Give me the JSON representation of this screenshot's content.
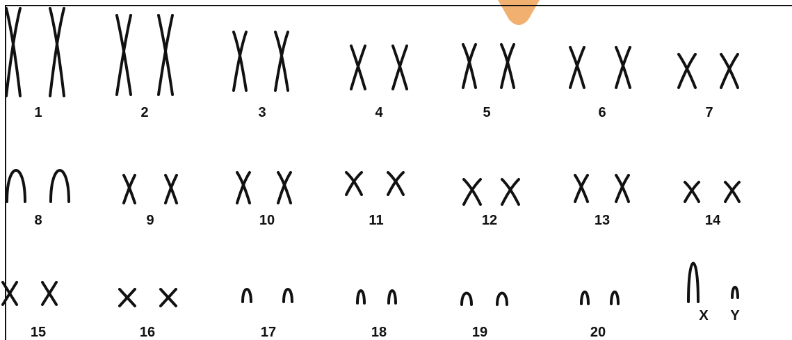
{
  "pairs": [
    {
      "label": "1",
      "shape": "x"
    },
    {
      "label": "2",
      "shape": "x"
    },
    {
      "label": "3",
      "shape": "x"
    },
    {
      "label": "4",
      "shape": "x"
    },
    {
      "label": "5",
      "shape": "x"
    },
    {
      "label": "6",
      "shape": "x"
    },
    {
      "label": "7",
      "shape": "x"
    },
    {
      "label": "8",
      "shape": "arch"
    },
    {
      "label": "9",
      "shape": "x"
    },
    {
      "label": "10",
      "shape": "x"
    },
    {
      "label": "11",
      "shape": "x"
    },
    {
      "label": "12",
      "shape": "x"
    },
    {
      "label": "13",
      "shape": "x"
    },
    {
      "label": "14",
      "shape": "x"
    },
    {
      "label": "15",
      "shape": "x"
    },
    {
      "label": "16",
      "shape": "x"
    },
    {
      "label": "17",
      "shape": "arch"
    },
    {
      "label": "18",
      "shape": "arch"
    },
    {
      "label": "19",
      "shape": "arch"
    },
    {
      "label": "20",
      "shape": "arch"
    }
  ],
  "sex_chromosomes": [
    {
      "label": "X",
      "shape": "arch"
    },
    {
      "label": "Y",
      "shape": "arch"
    }
  ],
  "colors": {
    "stroke": "#111111",
    "watermark": "#f2b070",
    "background": "#ffffff"
  }
}
